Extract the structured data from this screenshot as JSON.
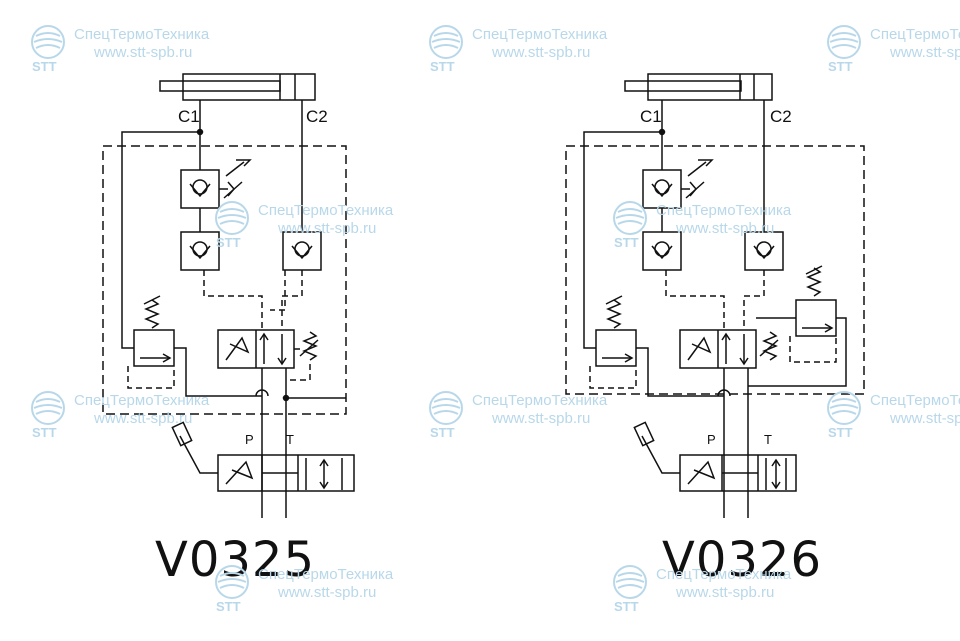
{
  "diagrams": [
    {
      "model": "V0325",
      "port_c1": "C1",
      "port_c2": "C2",
      "port_p": "P",
      "port_t": "T"
    },
    {
      "model": "V0326",
      "port_c1": "C1",
      "port_c2": "C2",
      "port_p": "P",
      "port_t": "T"
    }
  ],
  "watermark": {
    "company": "СпецТермоТехника",
    "url": "www.stt-spb.ru",
    "logo_text": "STT",
    "color": "#b8d8ea"
  },
  "colors": {
    "line": "#111111",
    "background": "#ffffff"
  }
}
